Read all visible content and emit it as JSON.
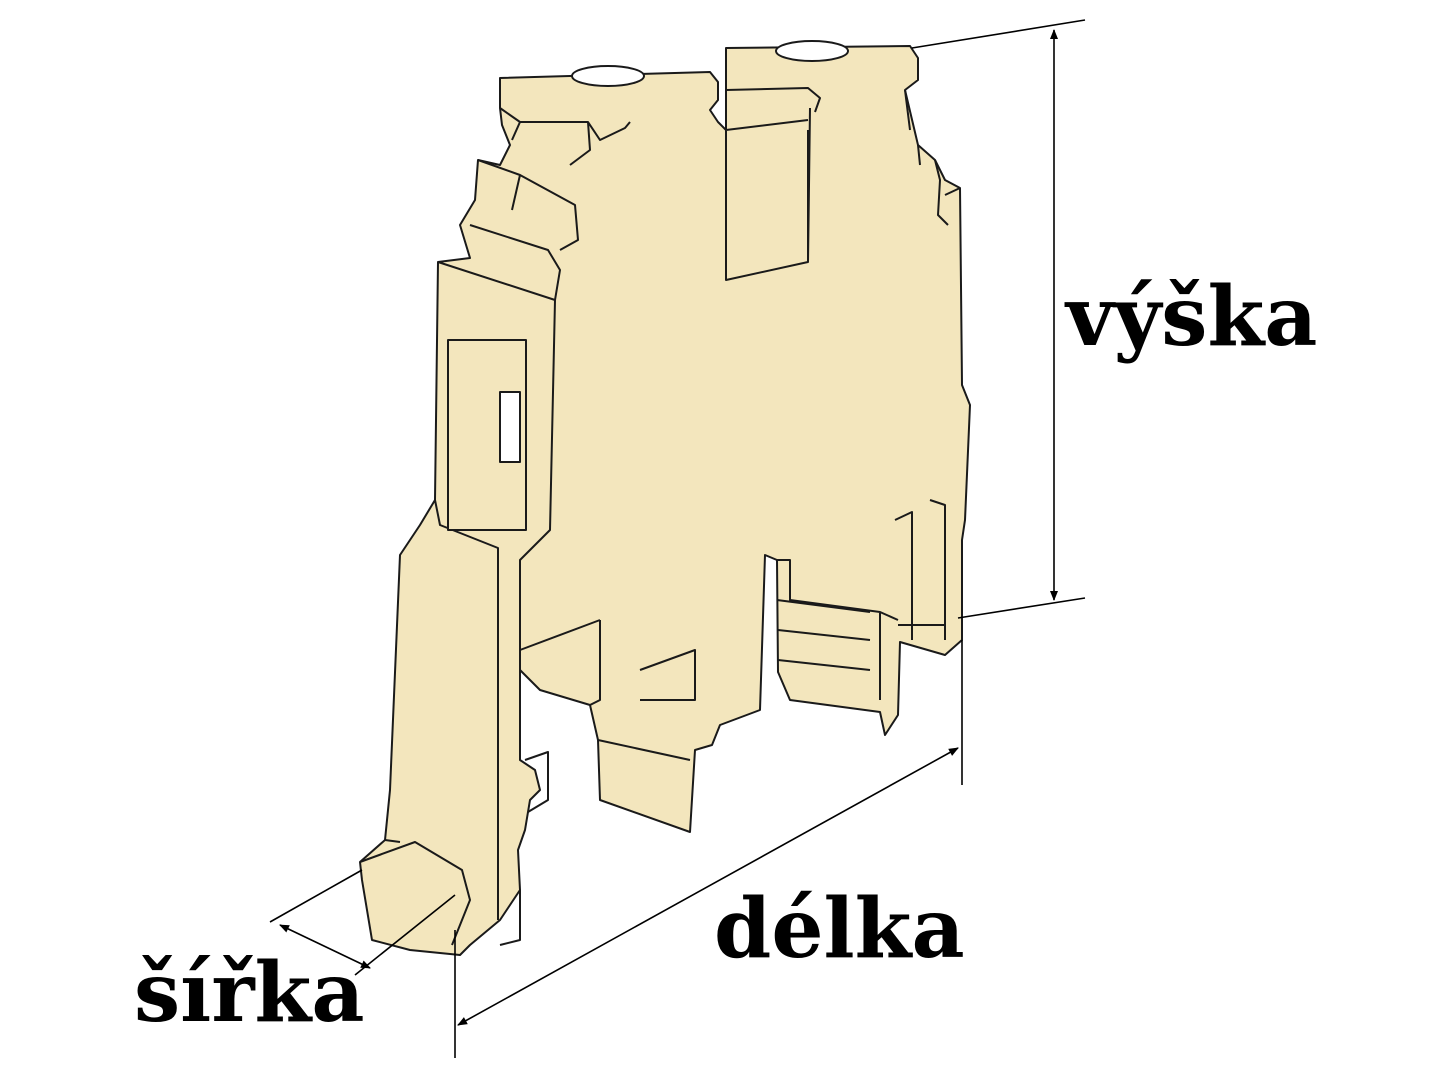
{
  "labels": {
    "height": "výška",
    "length": "délka",
    "width": "šířka"
  },
  "colors": {
    "body_fill": "#f3e6bd",
    "outline": "#1a1a1a",
    "dimension_line": "#000000",
    "background": "#ffffff"
  }
}
